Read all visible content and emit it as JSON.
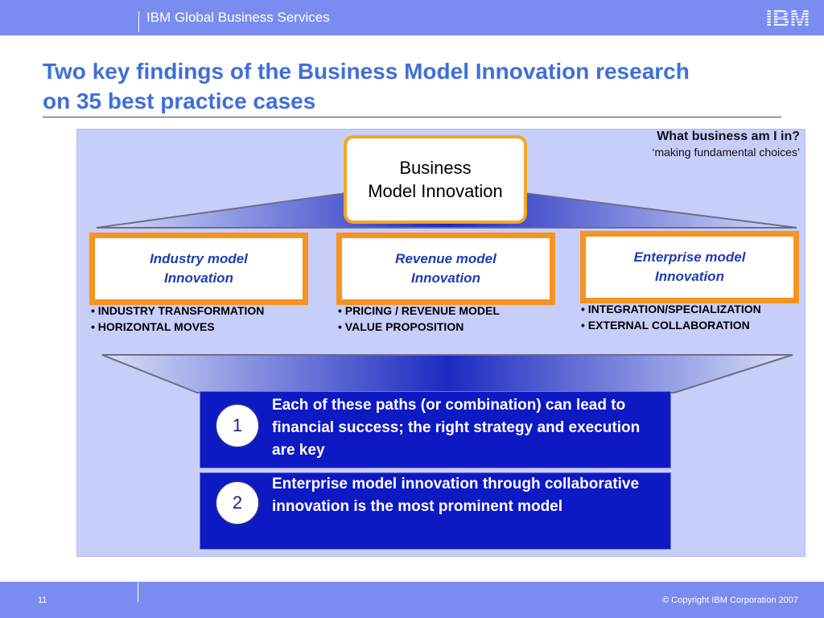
{
  "header": {
    "title": "IBM Global Business Services",
    "logo": "IBM"
  },
  "slide": {
    "title_line1": "Two key findings of the Business Model Innovation research",
    "title_line2": "on 35 best practice cases"
  },
  "question": {
    "heading": "What business am I in?",
    "subheading": "‘making fundamental choices’"
  },
  "bmi": {
    "line1": "Business",
    "line2": "Model Innovation"
  },
  "innovations": [
    {
      "label": "Industry model\nInnovation",
      "bullets": [
        "• INDUSTRY TRANSFORMATION",
        "• HORIZONTAL MOVES"
      ]
    },
    {
      "label": "Revenue model\nInnovation",
      "bullets": [
        "• PRICING / REVENUE MODEL",
        "• VALUE PROPOSITION"
      ]
    },
    {
      "label": "Enterprise model\nInnovation",
      "bullets": [
        "• INTEGRATION/SPECIALIZATION",
        "• EXTERNAL COLLABORATION"
      ]
    }
  ],
  "findings": [
    {
      "number": "1",
      "text": "Each of these paths (or combination) can lead to financial success; the right strategy and execution are key"
    },
    {
      "number": "2",
      "text": "Enterprise model innovation through collaborative innovation is the most prominent model"
    }
  ],
  "footer": {
    "page": "11",
    "copyright": "© Copyright IBM Corporation 2007"
  },
  "colors": {
    "header": "#7b8cf0",
    "title": "#3f6fd8",
    "accent_orange": "#f7931e",
    "finding_box": "#0d1ac4",
    "panel": "#c8cefa"
  }
}
